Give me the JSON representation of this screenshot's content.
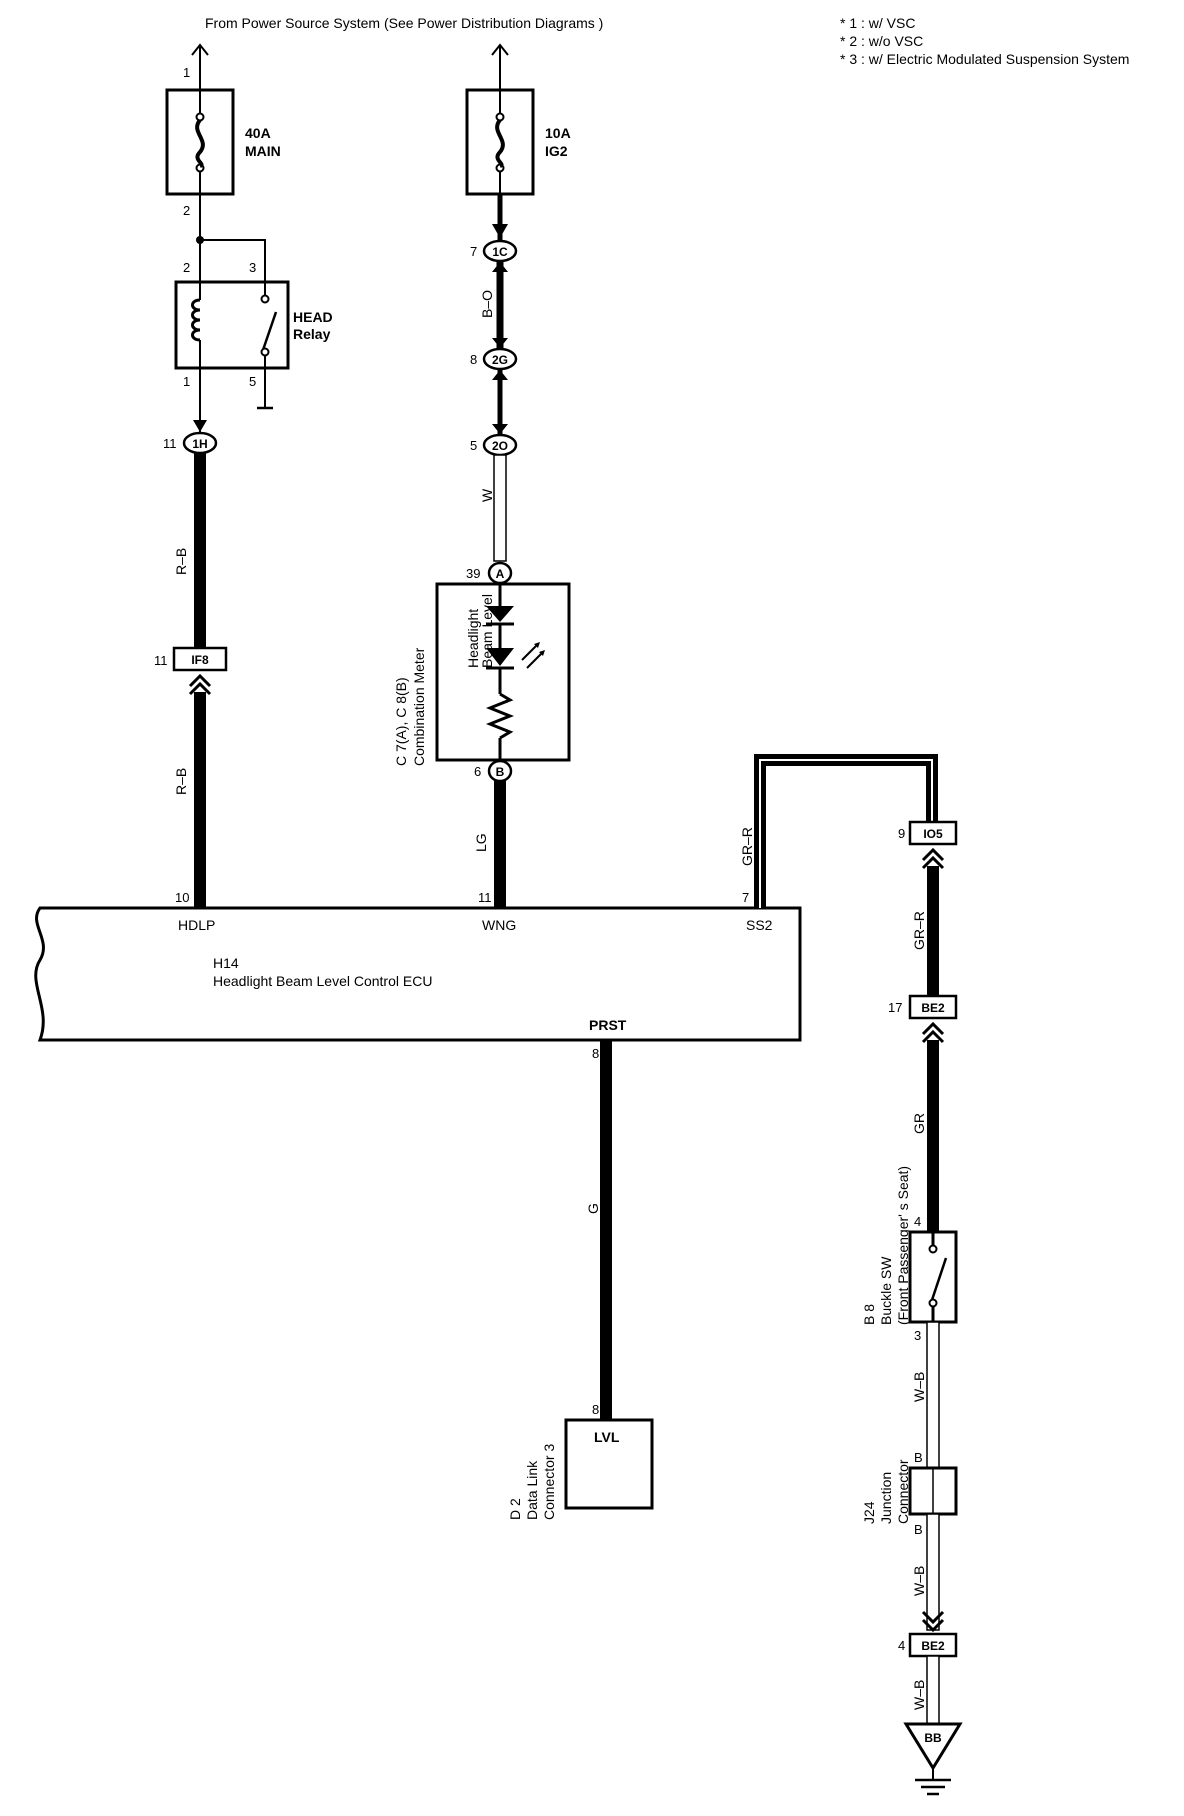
{
  "header": {
    "source": "From Power Source System (See Power Distribution Diagrams )",
    "notes": [
      "* 1 : w/ VSC",
      "* 2 : w/o VSC",
      "* 3 : w/ Electric Modulated Suspension System"
    ]
  },
  "fuses": [
    {
      "amp": "40A",
      "name": "MAIN",
      "pin_top": "1",
      "pin_bottom": "2"
    },
    {
      "amp": "10A",
      "name": "IG2"
    }
  ],
  "relay": {
    "name1": "HEAD",
    "name2": "Relay",
    "pins": [
      "2",
      "3",
      "1",
      "5"
    ]
  },
  "connectors": {
    "c1H": {
      "pin": "11",
      "label": "1H"
    },
    "cIF8": {
      "pin": "11",
      "label": "IF8"
    },
    "c1C": {
      "pin": "7",
      "label": "1C"
    },
    "c2G": {
      "pin": "8",
      "label": "2G"
    },
    "c2O": {
      "pin": "5",
      "label": "2O"
    },
    "cA": {
      "pin": "39",
      "label": "A"
    },
    "cB": {
      "pin": "6",
      "label": "B"
    },
    "cIO5": {
      "pin": "9",
      "label": "IO5"
    },
    "cBE2a": {
      "pin": "17",
      "label": "BE2"
    },
    "cBE2b": {
      "pin": "4",
      "label": "BE2"
    },
    "cBB": {
      "label": "BB"
    }
  },
  "wires": {
    "rb1": "R–B",
    "rb2": "R–B",
    "bo": "B–O",
    "w": "W",
    "lg": "LG",
    "grr1": "GR–R",
    "grr2": "GR–R",
    "gr": "GR",
    "g": "G",
    "wb1": "W–B",
    "wb2": "W–B",
    "wb3": "W–B"
  },
  "meter": {
    "lines": [
      "C 7(A), C 8(B)",
      "Combination Meter"
    ],
    "indicator": [
      "Headlight",
      "Beam Level"
    ]
  },
  "ecu": {
    "code": "H14",
    "name": "Headlight Beam Level Control ECU",
    "terminals": [
      {
        "pin": "10",
        "name": "HDLP"
      },
      {
        "pin": "11",
        "name": "WNG"
      },
      {
        "pin": "7",
        "name": "SS2"
      }
    ],
    "bottom": {
      "pin": "8",
      "name": "PRST"
    }
  },
  "dlc": {
    "lines": [
      "D 2",
      "Data Link",
      "Connector 3"
    ],
    "pin": "8",
    "terminal": "LVL"
  },
  "buckle": {
    "lines": [
      "B 8",
      "Buckle SW",
      "(Front Passenger' s Seat)"
    ],
    "pin_top": "4",
    "pin_bottom": "3"
  },
  "junction": {
    "lines": [
      "J24",
      "Junction",
      "Connector"
    ],
    "pin_top": "B",
    "pin_bottom": "B"
  }
}
